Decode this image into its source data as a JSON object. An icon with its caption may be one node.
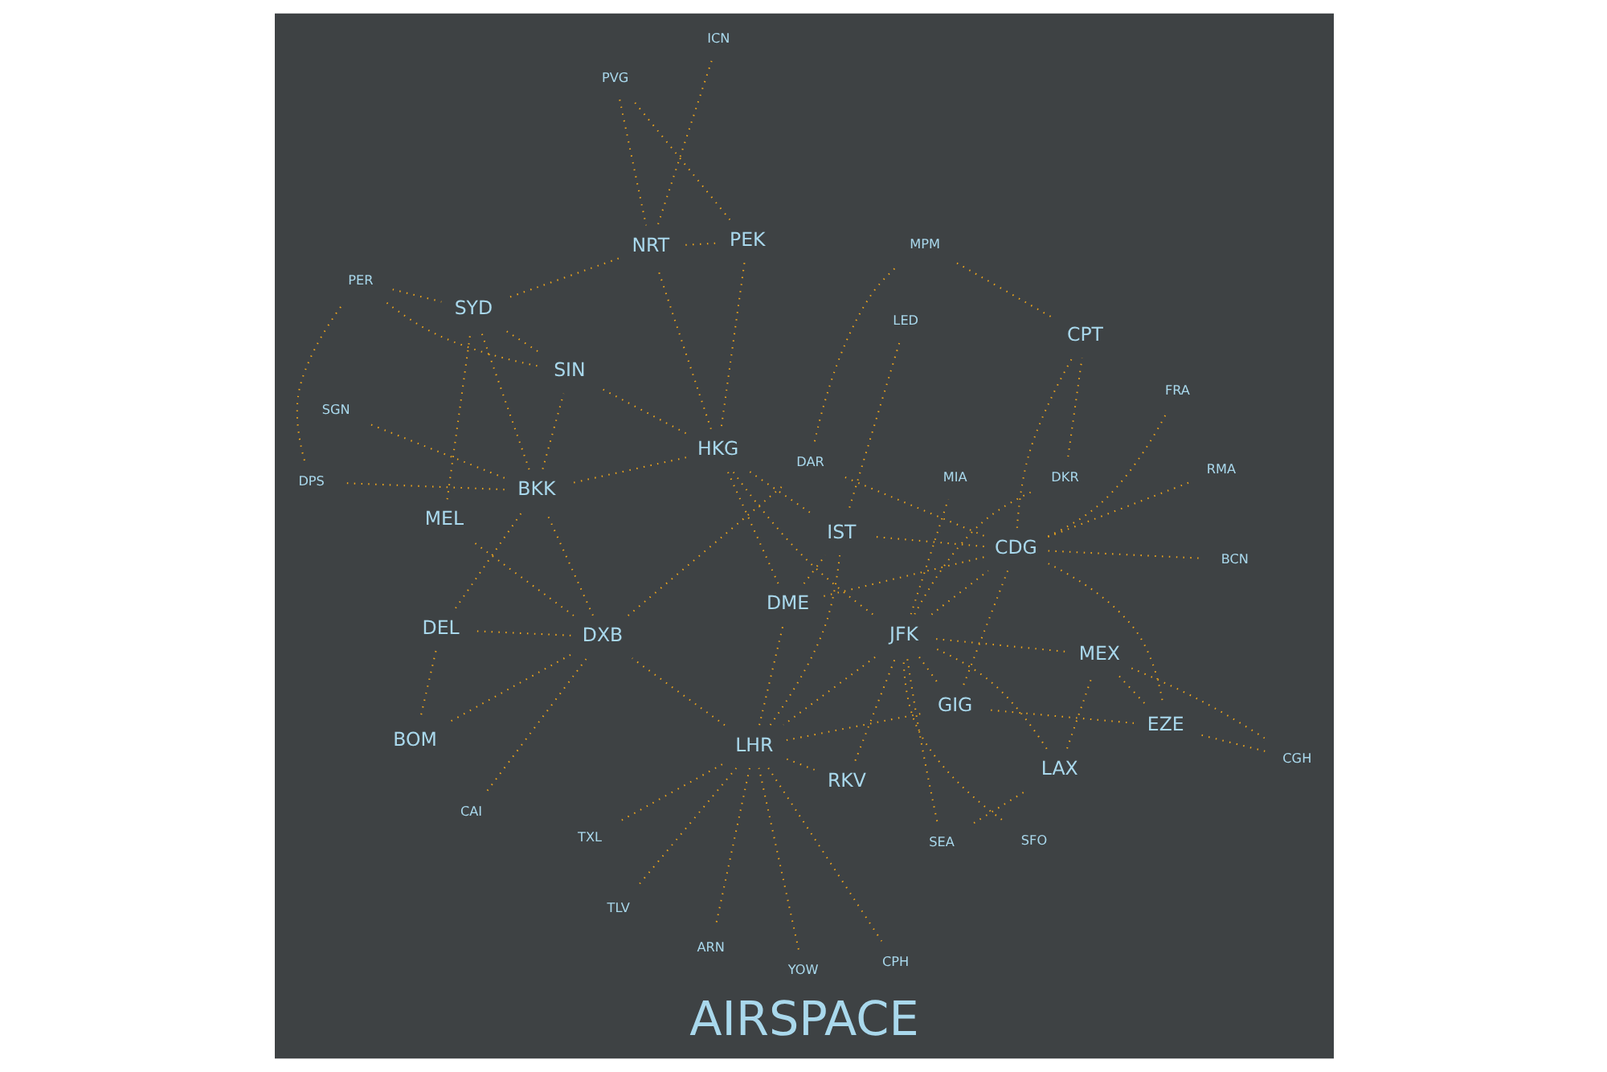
{
  "diagram": {
    "title": "AIRSPACE",
    "nodes": [
      {
        "text": [
          "RKV"
        ]
      },
      {
        "text": [
          "LED"
        ]
      },
      {
        "text": [
          "ARN"
        ]
      },
      {
        "text": [
          "DME"
        ]
      },
      {
        "text": [
          "CPH"
        ]
      },
      {
        "text": [
          "LHR"
        ]
      },
      {
        "text": [
          "TXL"
        ]
      },
      {
        "text": [
          "FRA"
        ]
      },
      {
        "text": [
          "CDG"
        ]
      },
      {
        "text": [
          "SEA"
        ]
      },
      {
        "text": [
          "YOW"
        ]
      },
      {
        "text": [
          "JFK"
        ]
      },
      {
        "text": [
          "SFO"
        ]
      },
      {
        "text": [
          "LAX"
        ]
      },
      {
        "text": [
          "IST"
        ]
      },
      {
        "text": [
          "BCN"
        ]
      },
      {
        "text": [
          "RMA"
        ]
      },
      {
        "text": [
          "PEK"
        ]
      },
      {
        "text": [
          "ICN"
        ]
      },
      {
        "text": [
          "NRT"
        ]
      },
      {
        "text": [
          "TLV"
        ]
      },
      {
        "text": [
          "CAI"
        ]
      },
      {
        "text": [
          "MIA"
        ]
      },
      {
        "text": [
          "DXB"
        ]
      },
      {
        "text": [
          "DEL"
        ]
      },
      {
        "text": [
          "PVG"
        ]
      },
      {
        "text": [
          "HKG"
        ]
      },
      {
        "text": [
          "MEX"
        ]
      },
      {
        "text": [
          "BOM"
        ]
      },
      {
        "text": [
          "DKR"
        ]
      },
      {
        "text": [
          "BKK"
        ]
      },
      {
        "text": [
          "SGN"
        ]
      },
      {
        "text": [
          "SIN"
        ]
      },
      {
        "text": [
          "DAR"
        ]
      },
      {
        "text": [
          "DPS"
        ]
      },
      {
        "text": [
          "CGH"
        ]
      },
      {
        "text": [
          "GIG"
        ]
      },
      {
        "text": [
          "MPM"
        ]
      },
      {
        "text": [
          "PER"
        ]
      },
      {
        "text": [
          "SYD"
        ]
      },
      {
        "text": [
          "EZE"
        ]
      },
      {
        "text": [
          "CPT"
        ]
      },
      {
        "text": [
          "MEL"
        ]
      }
    ],
    "edges": [
      {
        "from": 11,
        "to": 26,
        "arrow": "none"
      },
      {
        "from": 0,
        "to": 11,
        "arrow": "none"
      },
      {
        "from": 0,
        "to": 5,
        "arrow": "none"
      },
      {
        "from": 10,
        "to": 5,
        "arrow": "none"
      },
      {
        "from": 11,
        "to": 5,
        "arrow": "none"
      },
      {
        "from": 11,
        "to": 8,
        "arrow": "none"
      },
      {
        "from": 9,
        "to": 11,
        "arrow": "none"
      },
      {
        "from": 9,
        "to": 13,
        "arrow": "none"
      },
      {
        "from": 12,
        "to": 11,
        "arrow": "none"
      },
      {
        "from": 13,
        "to": 11,
        "arrow": "none"
      },
      {
        "from": 13,
        "to": 27,
        "arrow": "none"
      },
      {
        "from": 11,
        "to": 27,
        "arrow": "none"
      },
      {
        "from": 11,
        "to": 22,
        "arrow": "none"
      },
      {
        "from": 11,
        "to": 36,
        "arrow": "none"
      },
      {
        "from": 11,
        "to": 29,
        "arrow": "none"
      },
      {
        "from": 29,
        "to": 41,
        "arrow": "none"
      },
      {
        "from": 27,
        "to": 35,
        "arrow": "none"
      },
      {
        "from": 27,
        "to": 40,
        "arrow": "none"
      },
      {
        "from": 35,
        "to": 40,
        "arrow": "none"
      },
      {
        "from": 40,
        "to": 36,
        "arrow": "none"
      },
      {
        "from": 5,
        "to": 36,
        "arrow": "none"
      },
      {
        "from": 8,
        "to": 36,
        "arrow": "none"
      },
      {
        "from": 8,
        "to": 40,
        "arrow": "none"
      },
      {
        "from": 5,
        "to": 2,
        "arrow": "none"
      },
      {
        "from": 5,
        "to": 4,
        "arrow": "none"
      },
      {
        "from": 5,
        "to": 3,
        "arrow": "none"
      },
      {
        "from": 5,
        "to": 6,
        "arrow": "none"
      },
      {
        "from": 8,
        "to": 7,
        "arrow": "none"
      },
      {
        "from": 8,
        "to": 3,
        "arrow": "none"
      },
      {
        "from": 5,
        "to": 14,
        "arrow": "none"
      },
      {
        "from": 8,
        "to": 14,
        "arrow": "none"
      },
      {
        "from": 5,
        "to": 20,
        "arrow": "none"
      },
      {
        "from": 5,
        "to": 23,
        "arrow": "none"
      },
      {
        "from": 8,
        "to": 15,
        "arrow": "none"
      },
      {
        "from": 8,
        "to": 16,
        "arrow": "none"
      },
      {
        "from": 8,
        "to": 41,
        "arrow": "none"
      },
      {
        "from": 8,
        "to": 33,
        "arrow": "none"
      },
      {
        "from": 1,
        "to": 14,
        "arrow": "none"
      },
      {
        "from": 3,
        "to": 14,
        "arrow": "none"
      },
      {
        "from": 3,
        "to": 26,
        "arrow": "none"
      },
      {
        "from": 14,
        "to": 26,
        "arrow": "none"
      },
      {
        "from": 21,
        "to": 23,
        "arrow": "none"
      },
      {
        "from": 23,
        "to": 24,
        "arrow": "none"
      },
      {
        "from": 23,
        "to": 28,
        "arrow": "none"
      },
      {
        "from": 23,
        "to": 30,
        "arrow": "none"
      },
      {
        "from": 23,
        "to": 33,
        "arrow": "none"
      },
      {
        "from": 23,
        "to": 42,
        "arrow": "none"
      },
      {
        "from": 24,
        "to": 28,
        "arrow": "none"
      },
      {
        "from": 24,
        "to": 30,
        "arrow": "none"
      },
      {
        "from": 33,
        "to": 37,
        "arrow": "none"
      },
      {
        "from": 37,
        "to": 41,
        "arrow": "none"
      },
      {
        "from": 17,
        "to": 26,
        "arrow": "none"
      },
      {
        "from": 17,
        "to": 19,
        "arrow": "none"
      },
      {
        "from": 17,
        "to": 25,
        "arrow": "none"
      },
      {
        "from": 18,
        "to": 19,
        "arrow": "none"
      },
      {
        "from": 25,
        "to": 19,
        "arrow": "none"
      },
      {
        "from": 26,
        "to": 19,
        "arrow": "none"
      },
      {
        "from": 26,
        "to": 30,
        "arrow": "none"
      },
      {
        "from": 26,
        "to": 32,
        "arrow": "none"
      },
      {
        "from": 30,
        "to": 31,
        "arrow": "none"
      },
      {
        "from": 30,
        "to": 32,
        "arrow": "none"
      },
      {
        "from": 30,
        "to": 34,
        "arrow": "none"
      },
      {
        "from": 30,
        "to": 39,
        "arrow": "none"
      },
      {
        "from": 32,
        "to": 38,
        "arrow": "none"
      },
      {
        "from": 32,
        "to": 39,
        "arrow": "none"
      },
      {
        "from": 34,
        "to": 38,
        "arrow": "none"
      },
      {
        "from": 38,
        "to": 39,
        "arrow": "none"
      },
      {
        "from": 42,
        "to": 39,
        "arrow": "none"
      },
      {
        "from": 19,
        "to": 39,
        "arrow": "none"
      }
    ]
  }
}
